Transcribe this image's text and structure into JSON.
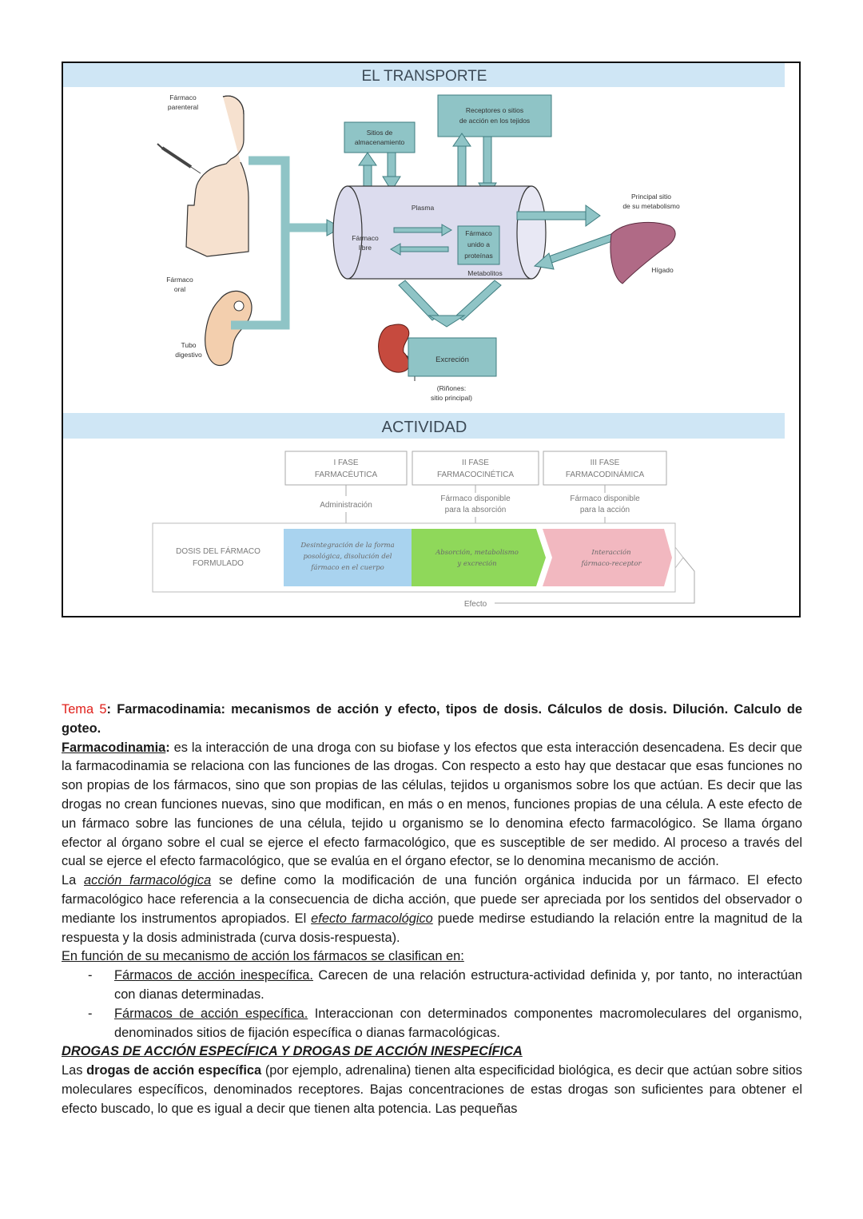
{
  "figure": {
    "transport": {
      "title": "EL TRANSPORTE",
      "farmaco_parenteral": [
        "Fármaco",
        "parenteral"
      ],
      "farmaco_oral": [
        "Fármaco",
        "oral"
      ],
      "tubo_digestivo": [
        "Tubo",
        "digestivo"
      ],
      "sitios_almacenamiento": [
        "Sitios de",
        "almacenamiento"
      ],
      "receptores": [
        "Receptores o sitios",
        "de acción en los tejidos"
      ],
      "plasma": "Plasma",
      "farmaco_libre": [
        "Fármaco",
        "libre"
      ],
      "farmaco_unido": [
        "Fármaco",
        "unido a",
        "proteínas"
      ],
      "metabolitos": "Metabolitos",
      "principal_sitio": [
        "Principal sitio",
        "de su metabolismo"
      ],
      "higado": "Hígado",
      "excrecion": "Excreción",
      "rinones": [
        "(Riñones:",
        "sitio principal)"
      ]
    },
    "activity": {
      "title": "ACTIVIDAD",
      "phase1": [
        "I FASE",
        "FARMACÉUTICA"
      ],
      "phase2": [
        "II FASE",
        "FARMACOCINÉTICA"
      ],
      "phase3": [
        "III FASE",
        "FARMACODINÁMICA"
      ],
      "sub1": [
        "Administración"
      ],
      "sub2": [
        "Fármaco disponible",
        "para la absorción"
      ],
      "sub3": [
        "Fármaco disponible",
        "para la acción"
      ],
      "dosis": [
        "DOSIS DEL FÁRMACO",
        "FORMULADO"
      ],
      "box1": [
        "Desintegración de la forma",
        "posológica, disolución del",
        "fármaco en el cuerpo"
      ],
      "box2": [
        "Absorción, metabolismo",
        "y excreción"
      ],
      "box3": [
        "Interacción",
        "fármaco-receptor"
      ],
      "efecto": "Efecto"
    },
    "colors": {
      "band": "#cfe6f5",
      "teal_box": "#8fc4c6",
      "teal_edge": "#3f7d80",
      "cylinder": "#dcdcee",
      "blue_box": "#a9d3ef",
      "green_box": "#8fd85a",
      "pink_box": "#f2b8c0",
      "liver": "#b06a86",
      "kidney": "#c64a3e"
    }
  },
  "text": {
    "tema_label": "Tema 5",
    "tema_title": ": Farmacodinamia: mecanismos de acción y efecto, tipos de dosis. Cálculos de dosis. Dilución. Calculo de goteo.",
    "p1_term": "Farmacodinamia",
    "p1_colon": ":",
    "p1_body": " es la interacción de una droga con su biofase y los efectos que esta interacción desencadena. Es decir que la farmacodinamia se relaciona con las funciones de las drogas. Con respecto a esto hay que destacar que esas funciones no son propias de los fármacos, sino que son propias de las células, tejidos u organismos sobre los que actúan. Es decir que las drogas no crean funciones nuevas, sino que modifican, en más o en menos, funciones propias de una célula. A este efecto de un fármaco sobre las funciones de una célula, tejido u organismo se lo denomina efecto farmacológico. Se llama órgano efector al órgano sobre el cual se ejerce el efecto farmacológico, que es susceptible de ser medido. Al proceso a través del cual se ejerce el efecto farmacológico, que se evalúa en el órgano efector, se lo denomina mecanismo de acción.",
    "p2_a": "La ",
    "p2_term1": "acción farmacológica",
    "p2_b": " se define como la modificación de una función orgánica inducida por un fármaco. El efecto farmacológico hace referencia a la consecuencia de dicha acción, que puede ser apreciada por los sentidos del observador o mediante los instrumentos apropiados. El ",
    "p2_term2": "efecto farmacológico",
    "p2_c": " puede medirse estudiando la relación entre la magnitud de la respuesta y la dosis administrada (curva dosis-respuesta).",
    "classif_heading": "En función de su mecanismo de acción los fármacos se clasifican en:",
    "li1_term": "Fármacos de acción inespecífica.",
    "li1_body": " Carecen de una relación estructura-actividad definida y, por tanto, no interactúan con dianas determinadas.",
    "li2_term": "Fármacos de acción específica.",
    "li2_body": " Interaccionan con determinados componentes macromoleculares del organismo, denominados sitios de fijación específica o dianas farmacológicas.",
    "section_heading": "DROGAS DE ACCIÓN ESPECÍFICA Y DROGAS DE ACCIÓN INESPECÍFICA",
    "p3_a": "Las ",
    "p3_term": "drogas de acción específica",
    "p3_b": " (por ejemplo, adrenalina) tienen alta especificidad biológica, es decir que actúan sobre sitios moleculares específicos, denominados receptores. Bajas concentraciones de estas drogas son suficientes para obtener el efecto buscado, lo que es igual a decir que tienen alta potencia. Las pequeñas"
  }
}
